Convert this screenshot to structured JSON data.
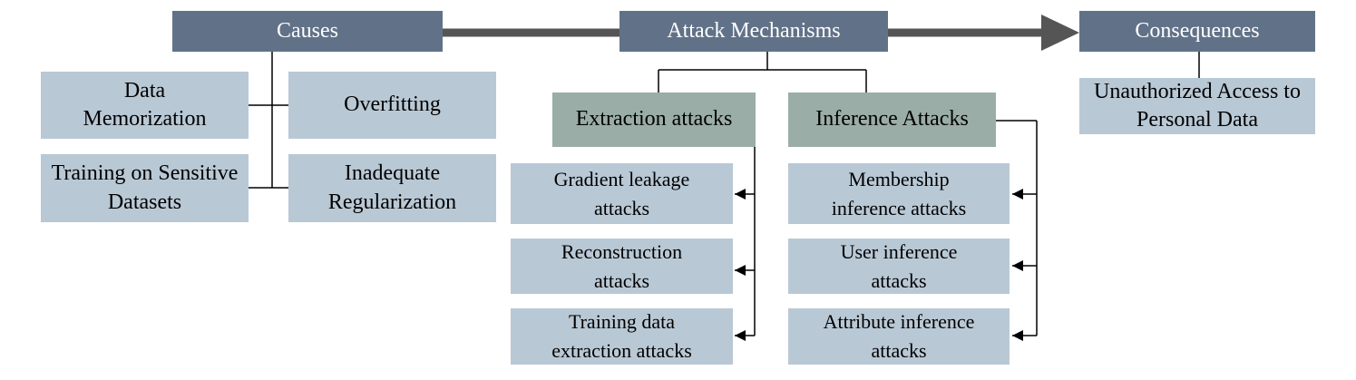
{
  "headers": {
    "causes": "Causes",
    "mechanisms": "Attack Mechanisms",
    "consequences": "Consequences"
  },
  "causes": {
    "data_memorization": "Data Memorization",
    "overfitting": "Overfitting",
    "training_sensitive": "Training on Sensitive Datasets",
    "inadequate_regularization": "Inadequate Regularization"
  },
  "mechanisms": {
    "extraction": {
      "title": "Extraction attacks",
      "items": [
        "Gradient leakage attacks",
        "Reconstruction attacks",
        "Training data extraction attacks"
      ]
    },
    "inference": {
      "title": "Inference Attacks",
      "items": [
        "Membership inference attacks",
        "User inference attacks",
        "Attribute inference attacks"
      ]
    }
  },
  "consequences": {
    "item": "Unauthorized Access to Personal Data"
  },
  "colors": {
    "header": "#617288",
    "subcategory": "#9aada6",
    "leaf": "#b9c8d5",
    "flow_arrow": "#555555",
    "connector": "#000000"
  }
}
